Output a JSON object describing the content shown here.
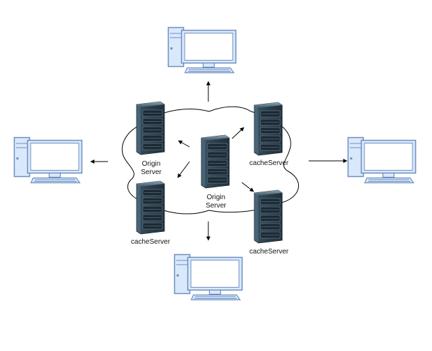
{
  "nodes": {
    "origin_center": {
      "label_line1": "Origin",
      "label_line2": "Server"
    },
    "origin_left": {
      "label_line1": "Origin",
      "label_line2": "Server"
    },
    "cache_top_right": {
      "label": "cacheServer"
    },
    "cache_bottom_left": {
      "label": "cacheServer"
    },
    "cache_bottom_right": {
      "label": "cacheServer"
    }
  },
  "clients": [
    "client-top",
    "client-left",
    "client-right",
    "client-bottom"
  ],
  "colors": {
    "monitor_frame": "#6c8ebf",
    "monitor_screen": "#ffffff",
    "monitor_body_fill": "#dae8fc",
    "server_dark": "#1f2f3b",
    "server_light": "#4d6b7e",
    "cloud_stroke": "#000000",
    "arrow": "#000000"
  }
}
